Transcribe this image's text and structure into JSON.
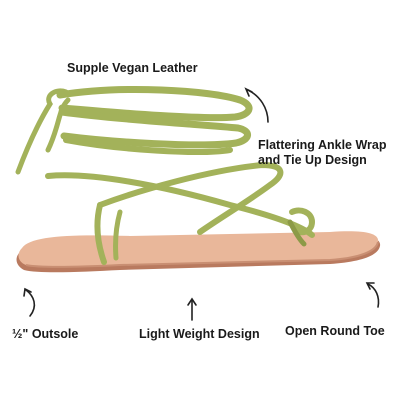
{
  "callouts": {
    "material": "Supple Vegan Leather",
    "ankle_line1": "Flattering Ankle Wrap",
    "ankle_line2": "and Tie Up Design",
    "outsole": "½\"  Outsole",
    "weight": "Light Weight Design",
    "toe": "Open Round Toe"
  },
  "colors": {
    "strap": "#a3b25a",
    "strap_dark": "#8c9a47",
    "sole_top": "#e9b79a",
    "sole_edge": "#c98f73",
    "outsole": "#b97a5f",
    "arrow": "#222222"
  }
}
